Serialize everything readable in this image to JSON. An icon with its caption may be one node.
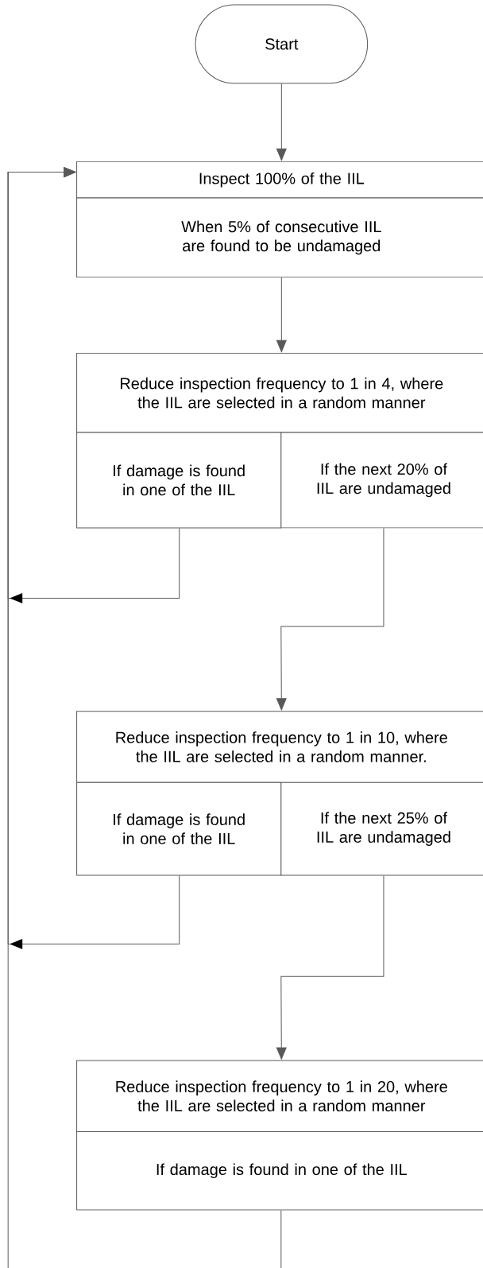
{
  "diagram": {
    "nodes": [
      {
        "text": [
          "Start"
        ]
      },
      {
        "text": [
          "Inspect 100% of the IIL"
        ]
      },
      {
        "text": [
          "When 5% of consecutive IIL are found to be undamaged"
        ]
      },
      {
        "text": [
          "Reduce inspection frequency to 1 in 4, where the IIL are selected in a random manner"
        ]
      },
      {
        "text": [
          "If damage is found in one of the IIL"
        ]
      },
      {
        "text": [
          "If the next 20% of IIL are undamaged"
        ]
      },
      {
        "text": [
          "Reduce inspection frequency to 1 in 10, where the IIL are selected in a random manner."
        ]
      },
      {
        "text": [
          "If damage is found in one of the IIL"
        ]
      },
      {
        "text": [
          "If the next 25% of IIL are undamaged"
        ]
      },
      {
        "text": [
          "Reduce inspection frequency to 1 in 20, where the IIL are selected in a random manner"
        ]
      },
      {
        "text": [
          "If damage is found in one of the IIL"
        ]
      }
    ],
    "edges": [
      {
        "from": 0,
        "to": 1,
        "arrow": "to"
      },
      {
        "from": 2,
        "to": 3,
        "arrow": "to"
      },
      {
        "from": 4,
        "to": 1,
        "arrow": "to"
      },
      {
        "from": 5,
        "to": 6,
        "arrow": "to"
      },
      {
        "from": 7,
        "to": 1,
        "arrow": "to"
      },
      {
        "from": 8,
        "to": 9,
        "arrow": "to"
      },
      {
        "from": 10,
        "to": 1,
        "arrow": "to"
      }
    ]
  }
}
